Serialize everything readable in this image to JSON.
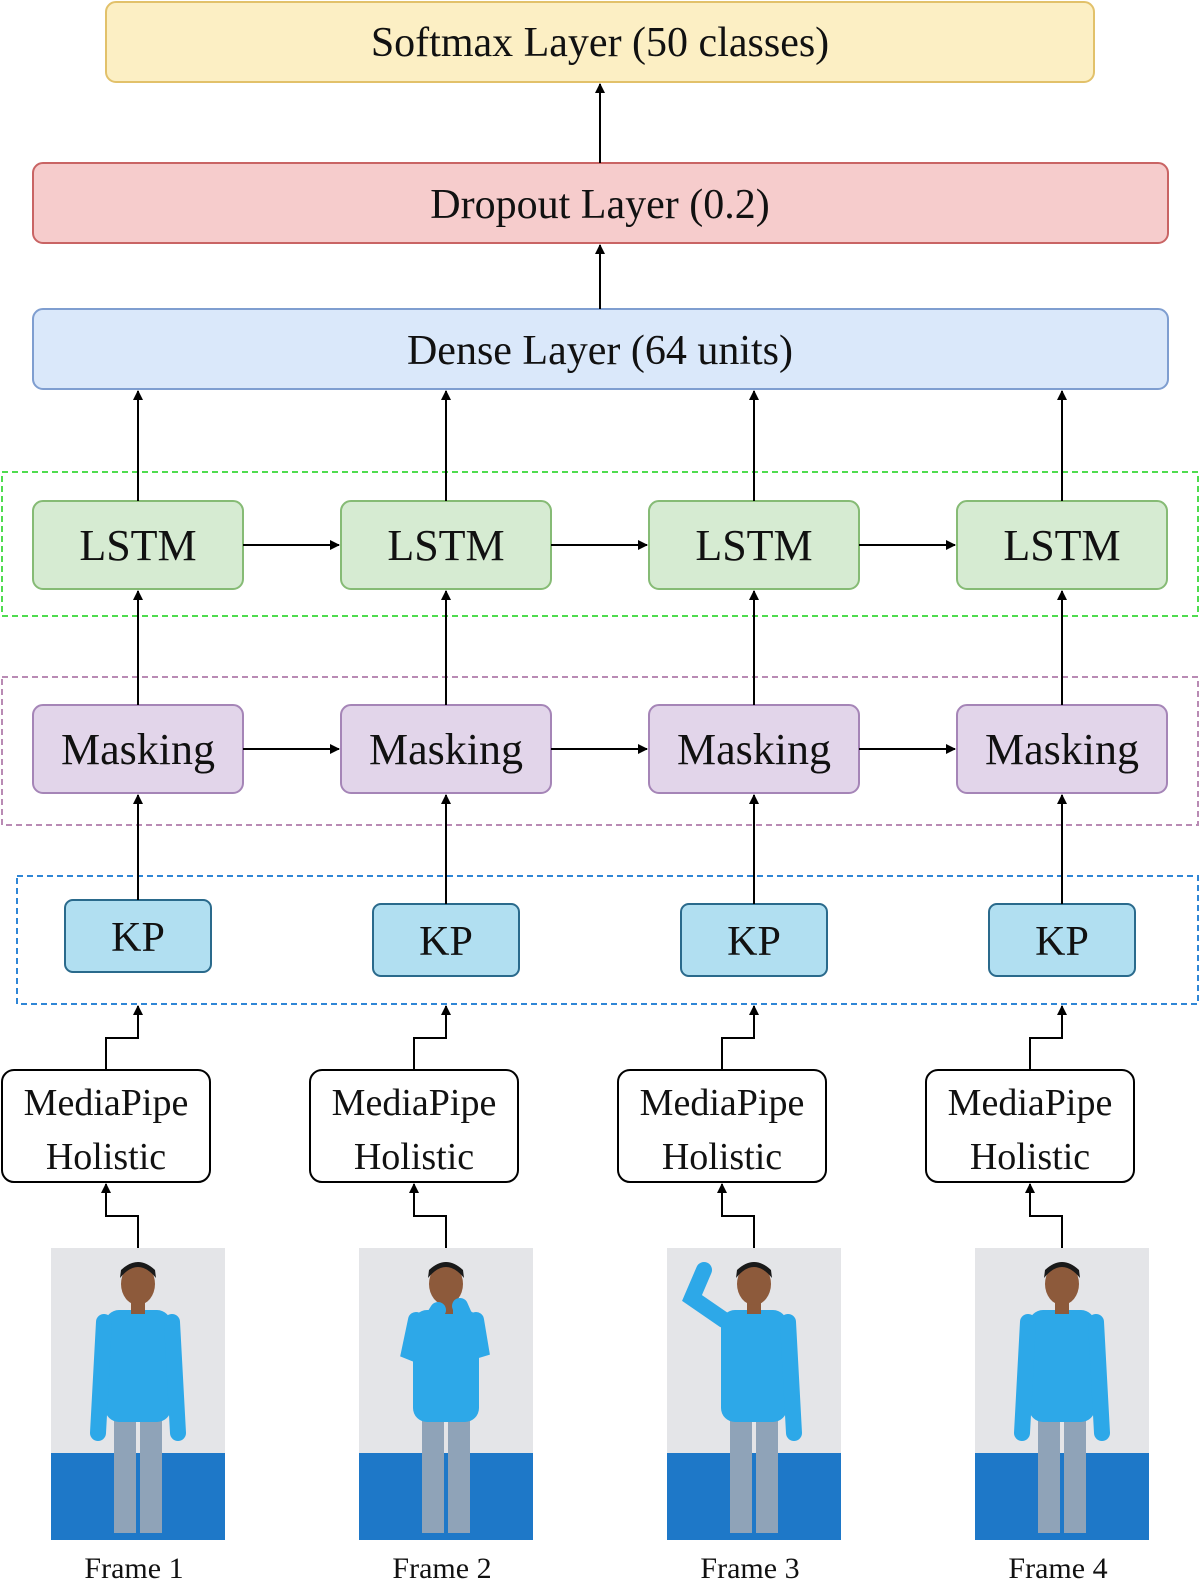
{
  "layers": {
    "softmax": "Softmax Layer (50 classes)",
    "dropout": "Dropout Layer (0.2)",
    "dense": "Dense Layer (64 units)"
  },
  "columns": [
    {
      "lstm": "LSTM",
      "masking": "Masking",
      "kp": "KP",
      "mp_line1": "MediaPipe",
      "mp_line2": "Holistic",
      "frame": "Frame 1"
    },
    {
      "lstm": "LSTM",
      "masking": "Masking",
      "kp": "KP",
      "mp_line1": "MediaPipe",
      "mp_line2": "Holistic",
      "frame": "Frame 2"
    },
    {
      "lstm": "LSTM",
      "masking": "Masking",
      "kp": "KP",
      "mp_line1": "MediaPipe",
      "mp_line2": "Holistic",
      "frame": "Frame 3"
    },
    {
      "lstm": "LSTM",
      "masking": "Masking",
      "kp": "KP",
      "mp_line1": "MediaPipe",
      "mp_line2": "Holistic",
      "frame": "Frame 4"
    }
  ],
  "colors": {
    "softmax_fill": "#fcefc4",
    "softmax_stroke": "#e2c16a",
    "dropout_fill": "#f6cccc",
    "dropout_stroke": "#c96464",
    "dense_fill": "#dae8fa",
    "dense_stroke": "#7f9ed0",
    "lstm_fill": "#d6ebd2",
    "lstm_stroke": "#86bb75",
    "lstm_group": "#4fdc4f",
    "masking_fill": "#e2d5ea",
    "masking_stroke": "#a585b7",
    "masking_group": "#b98bb4",
    "kp_fill": "#b1dff1",
    "kp_stroke": "#2a6a8c",
    "kp_group": "#2f86d6",
    "photo_wall": "#e4e5e8",
    "photo_floor": "#1e78c8",
    "shirt": "#2da8e8"
  }
}
